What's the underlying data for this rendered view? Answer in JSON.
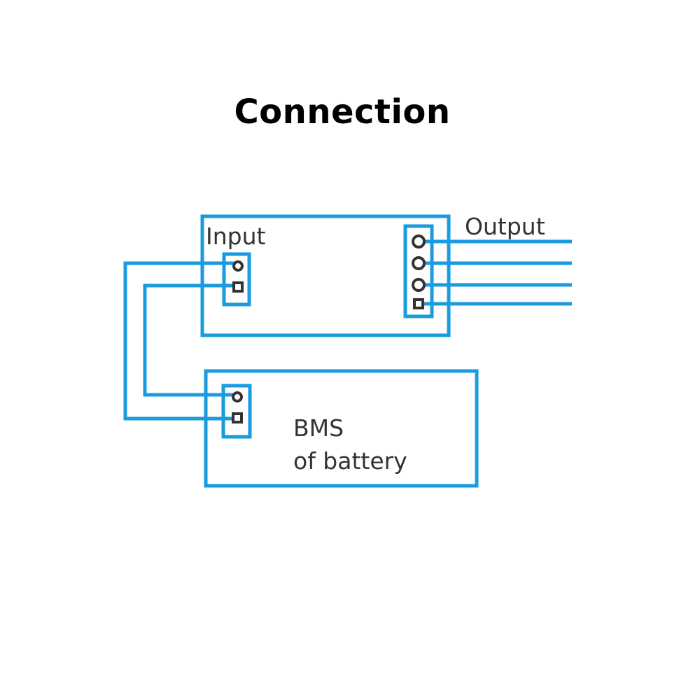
{
  "title": "Connection",
  "module": {
    "input_label": "Input",
    "output_label": "Output"
  },
  "bms": {
    "label_line1": "BMS",
    "label_line2": "of battery"
  },
  "colors": {
    "wire": "#1a9be0",
    "pin": "#333333",
    "title": "#000000"
  }
}
